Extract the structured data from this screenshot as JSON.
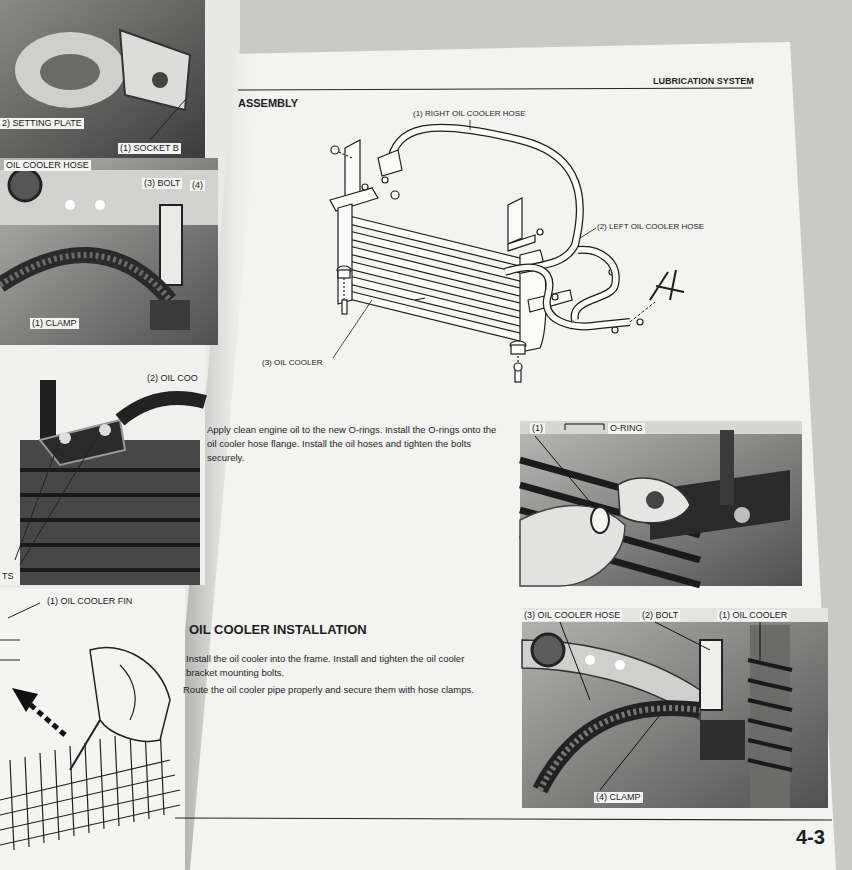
{
  "diagram": {
    "title": "LUBRICATION SYSTEM",
    "nodes": [
      {
        "text": [
          "2) SETTING PLATE",
          "(1) SOCKET B"
        ]
      },
      {
        "text": [
          "OIL COOLER HOSE",
          "(3) BOLT",
          "(4)",
          "(1) CLAMP"
        ]
      },
      {
        "text": [
          "(2) OIL COO",
          "TS"
        ]
      },
      {
        "text": [
          "(1) OIL COOLER FIN"
        ]
      },
      {
        "text": [
          "(1)",
          "O-RING"
        ]
      },
      {
        "text": [
          "(3) OIL COOLER HOSE",
          "(2) BOLT",
          "(1) OIL COOLER",
          "(4) CLAMP"
        ]
      }
    ],
    "labels": [
      "ASSEMBLY",
      "(1) RIGHT OIL COOLER HOSE",
      "(2) LEFT OIL COOLER HOSE",
      "(3) OIL COOLER",
      "Apply clean engine oil to the new O-rings. Install the O-rings onto the oil cooler hose flange. Install the oil hoses and tighten the bolts securely.",
      "OIL COOLER INSTALLATION",
      "Install the oil cooler into the frame. Install and tighten the oil cooler bracket mounting bolts.",
      "Route the oil cooler pipe properly and secure them with hose clamps.",
      "4-3"
    ]
  }
}
